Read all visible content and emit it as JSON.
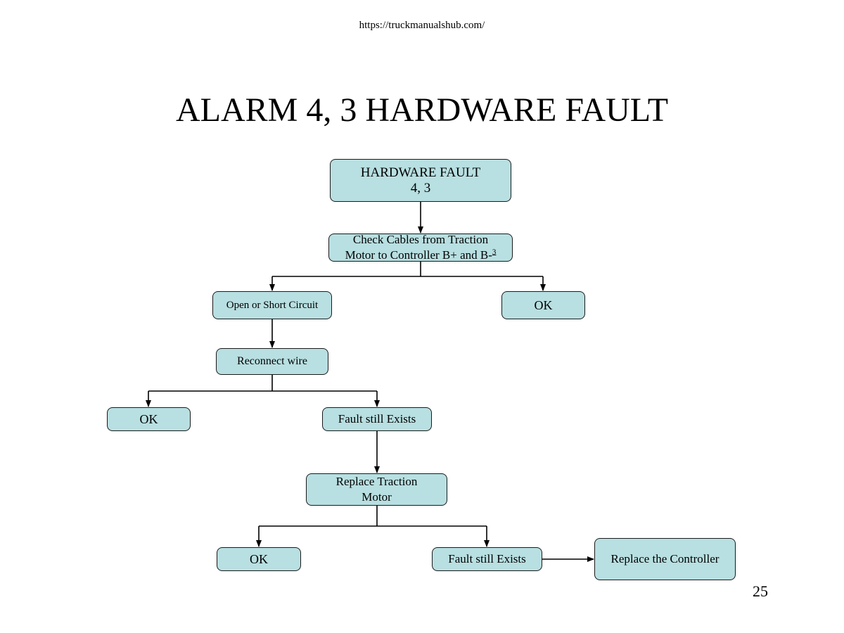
{
  "header": {
    "url": "https://truckmanualshub.com/"
  },
  "title": "ALARM 4, 3 HARDWARE FAULT",
  "page_number": "25",
  "colors": {
    "node_fill": "#b8dfe1",
    "node_border": "#1a1a1a",
    "connector": "#000000"
  },
  "nodes": {
    "hardware_fault": {
      "line1": "HARDWARE FAULT",
      "line2": "4, 3"
    },
    "check_cables": {
      "line1": "Check Cables from Traction",
      "line2": "Motor to Controller B+ and B-",
      "ref": "3"
    },
    "open_short": {
      "label": "Open or Short Circuit"
    },
    "ok_1": {
      "label": "OK"
    },
    "reconnect_wire": {
      "label": "Reconnect wire"
    },
    "ok_2": {
      "label": "OK"
    },
    "fault_exists_1": {
      "label": "Fault still Exists"
    },
    "replace_motor": {
      "line1": "Replace Traction",
      "line2": "Motor"
    },
    "ok_3": {
      "label": "OK"
    },
    "fault_exists_2": {
      "label": "Fault still Exists"
    },
    "replace_controller": {
      "label": "Replace the Controller"
    }
  }
}
